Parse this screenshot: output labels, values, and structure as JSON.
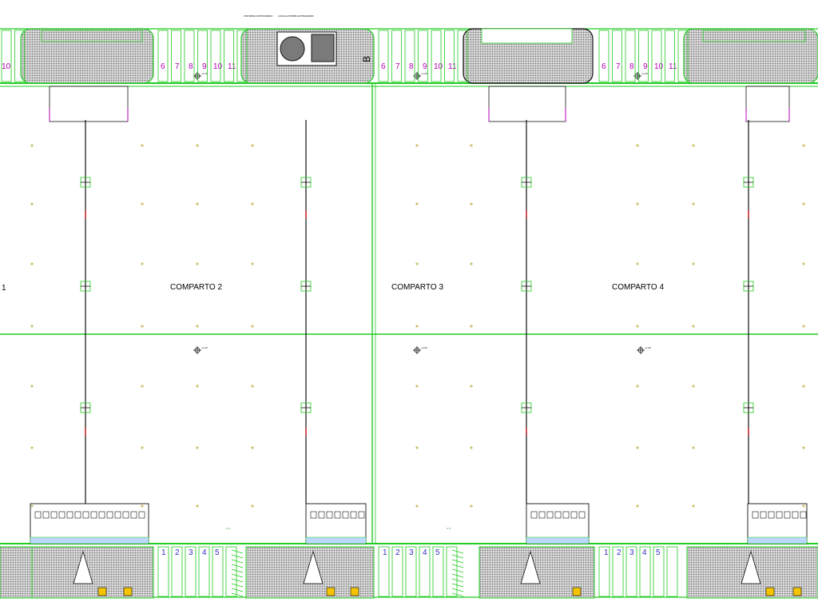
{
  "compartments": [
    {
      "id": "c1",
      "label": "1"
    },
    {
      "id": "c2",
      "label": "COMPARTO 2"
    },
    {
      "id": "c3",
      "label": "COMPARTO 3"
    },
    {
      "id": "c4",
      "label": "COMPARTO 4"
    }
  ],
  "section_marker": "B",
  "top_bay_numbers": [
    "6",
    "7",
    "8",
    "9",
    "10",
    "11"
  ],
  "bottom_bay_numbers": [
    "1",
    "2",
    "3",
    "4",
    "5"
  ],
  "level_label": "+1,20",
  "top_tank_labels": [
    "CISTERNA ANTINCENDIO",
    "LOCALE POMPE ANTINCENDIO"
  ],
  "bottom_side_labels": [
    "U.S.",
    "U.S."
  ],
  "colors": {
    "line": "#22cc22",
    "magenta": "#b400b4",
    "dark": "#111111",
    "hatch": "#8a8a8a"
  }
}
